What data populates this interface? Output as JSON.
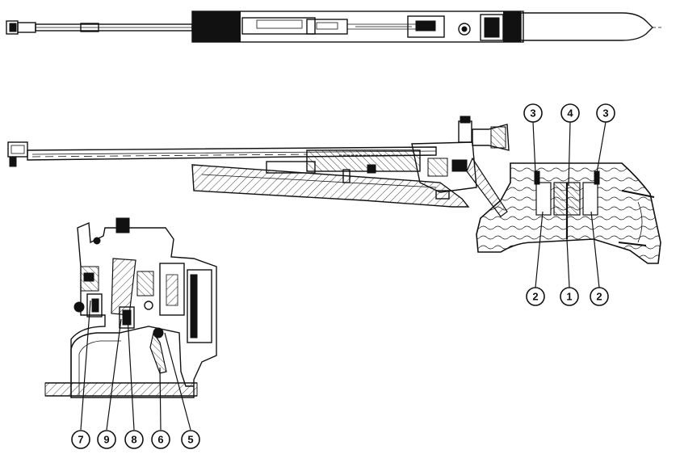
{
  "callouts": {
    "stock_top_left": "3",
    "stock_top_center": "4",
    "stock_top_right": "3",
    "stock_bottom_left": "2",
    "stock_bottom_center": "1",
    "stock_bottom_right": "2",
    "trigger_7": "7",
    "trigger_9": "9",
    "trigger_8": "8",
    "trigger_6": "6",
    "trigger_5": "5"
  }
}
